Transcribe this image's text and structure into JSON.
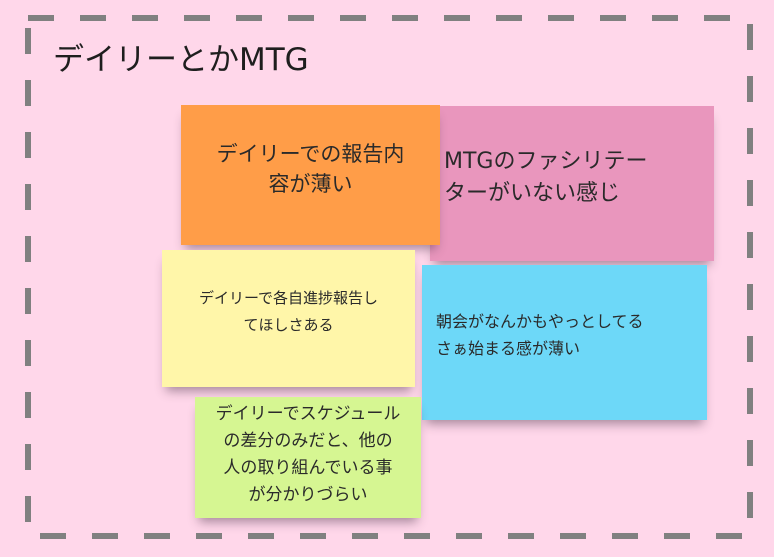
{
  "canvas": {
    "background_color": "#ffd7ea",
    "frame_border_color": "#808080",
    "frame_border_style": "dashed"
  },
  "frame": {
    "title": "デイリーとかMTG"
  },
  "stickies": [
    {
      "id": "orange",
      "color": "#ff9d48",
      "text": "デイリーでの報告内容が薄い",
      "lines": [
        "デイリーでの報告内",
        "容が薄い"
      ]
    },
    {
      "id": "pink",
      "color": "#e996bd",
      "text": "MTGのファシリテーターがいない感じ",
      "lines": [
        "MTGのファシリテー",
        "ターがいない感じ"
      ]
    },
    {
      "id": "yellow",
      "color": "#fff6a9",
      "text": "デイリーで各自進捗報告してほしさある",
      "lines": [
        "デイリーで各自進捗報告し",
        "てほしさある"
      ]
    },
    {
      "id": "blue",
      "color": "#6dd8f8",
      "text": "朝会がなんかもやっとしてるさぁ始まる感が薄い",
      "lines": [
        "朝会がなんかもやっとしてる",
        "さぁ始まる感が薄い"
      ]
    },
    {
      "id": "green",
      "color": "#d6f692",
      "text": "デイリーでスケジュールの差分のみだと、他の人の取り組んでいる事が分かりづらい",
      "lines": [
        "デイリーでスケジュール",
        "の差分のみだと、他の",
        "人の取り組んでいる事",
        "が分かりづらい"
      ]
    }
  ]
}
